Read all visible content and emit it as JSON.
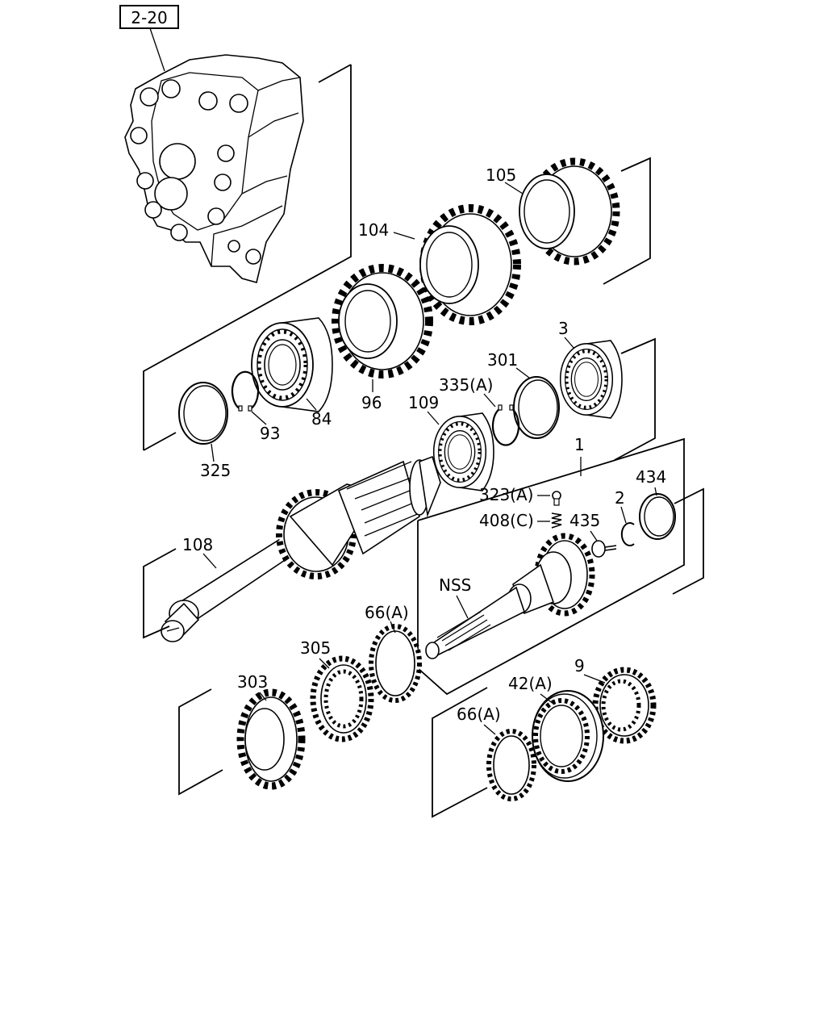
{
  "diagram": {
    "reference_box": "2-20",
    "callouts": {
      "p105": "105",
      "p104": "104",
      "p3": "3",
      "p301": "301",
      "p335a": "335(A)",
      "p109": "109",
      "p96": "96",
      "p84": "84",
      "p93": "93",
      "p325": "325",
      "p1": "1",
      "p434": "434",
      "p323a": "323(A)",
      "p2": "2",
      "p408c": "408(C)",
      "p435": "435",
      "p108": "108",
      "nss": "NSS",
      "p66a_top": "66(A)",
      "p305": "305",
      "p303": "303",
      "p9": "9",
      "p42a": "42(A)",
      "p66a_bottom": "66(A)"
    }
  }
}
